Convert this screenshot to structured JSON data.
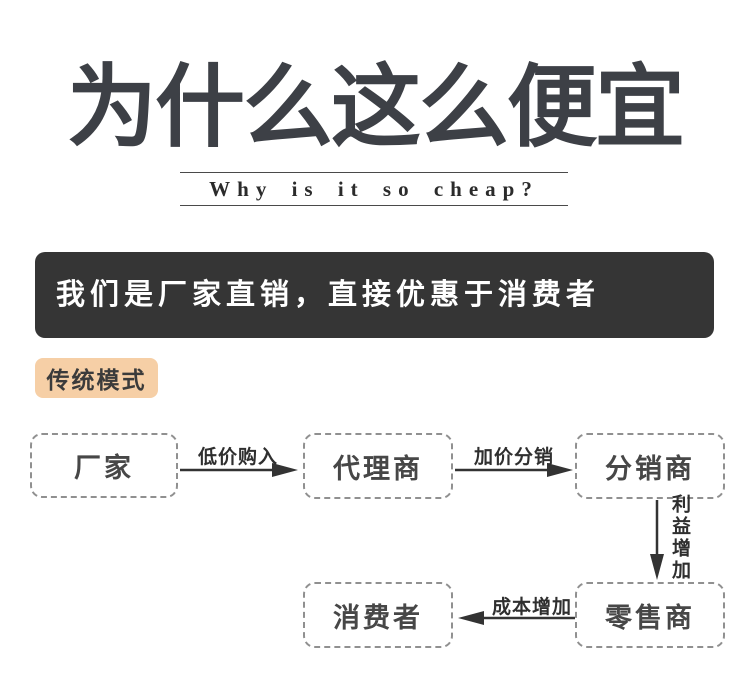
{
  "page": {
    "title": "为什么这么便宜",
    "subtitle_en": "Why is it so cheap?"
  },
  "banner": {
    "text": "我们是厂家直销，直接优惠于消费者"
  },
  "section_tag": {
    "label": "传统模式"
  },
  "flow_diagram": {
    "nodes": [
      {
        "id": "factory",
        "label": "厂家"
      },
      {
        "id": "agent",
        "label": "代理商"
      },
      {
        "id": "distributor",
        "label": "分销商"
      },
      {
        "id": "consumer",
        "label": "消费者"
      },
      {
        "id": "retailer",
        "label": "零售商"
      }
    ],
    "edges": [
      {
        "from": "factory",
        "to": "agent",
        "label": "低价购入",
        "direction": "right"
      },
      {
        "from": "agent",
        "to": "distributor",
        "label": "加价分销",
        "direction": "right"
      },
      {
        "from": "distributor",
        "to": "retailer",
        "label": "利益增加",
        "direction": "down"
      },
      {
        "from": "retailer",
        "to": "consumer",
        "label": "成本增加",
        "direction": "left"
      }
    ]
  },
  "colors": {
    "banner_bg": "#353535",
    "banner_text": "#ffffff",
    "tag_bg": "#f6cfa6",
    "title_text": "#3d4046",
    "arrow": "#333333",
    "box_border": "#909090"
  }
}
